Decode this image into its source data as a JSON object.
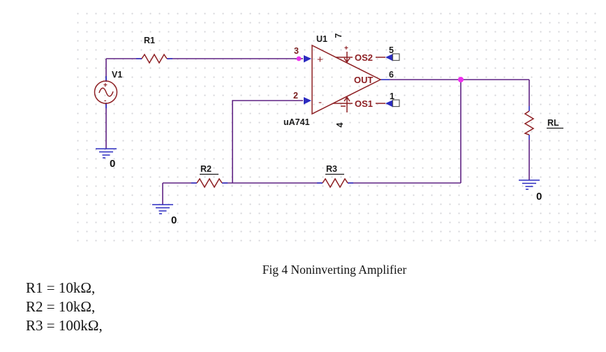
{
  "colors": {
    "wire": "#5f2283",
    "component": "#8e2024",
    "terminal_blue": "#2b2bc0",
    "junction_magenta": "#ee30ee",
    "pin_red": "#7a1f1f",
    "label_black": "#1a1a1a",
    "grid_dot": "#d6d6da"
  },
  "schematic": {
    "resistors": [
      {
        "ref": "R1"
      },
      {
        "ref": "R2"
      },
      {
        "ref": "R3"
      },
      {
        "ref": "RL"
      }
    ],
    "source": {
      "ref": "V1",
      "plus": "+",
      "minus": "-"
    },
    "opamp": {
      "ref": "U1",
      "model": "uA741",
      "noninv_sign": "+",
      "inv_sign": "-",
      "os2": "OS2",
      "os1": "OS1",
      "out": "OUT",
      "vplus_sign": "+",
      "vminus_sign": "-",
      "pin1": "1",
      "pin2": "2",
      "pin3": "3",
      "pin4": "4",
      "pin5": "5",
      "pin6": "6",
      "pin7": "7"
    },
    "ground_label": "0"
  },
  "caption": "Fig 4 Noninverting Amplifier",
  "values": [
    "R1 = 10kΩ,",
    "R2 = 10kΩ,",
    "R3 = 100kΩ,"
  ]
}
